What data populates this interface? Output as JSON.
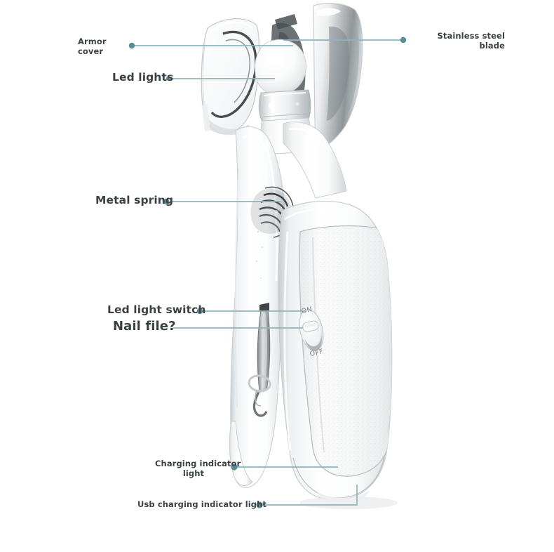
{
  "diagram": {
    "title": "Electric pet nail clipper annotated parts diagram",
    "background_color": "#ffffff",
    "leader_color": "#8fb4bd",
    "leader_dot_color": "#5d8d99",
    "label_color": "#3b4246",
    "annotations": [
      {
        "id": "armor-cover",
        "label": "Armor\ncover",
        "size": "small",
        "align": "left",
        "dot_side": "right"
      },
      {
        "id": "stainless-steel-blade",
        "label": "Stainless steel\nblade",
        "size": "small",
        "align": "right",
        "dot_side": "left"
      },
      {
        "id": "led-lights",
        "label": "Led lights",
        "size": "mid",
        "align": "left",
        "dot_side": "right"
      },
      {
        "id": "metal-spring",
        "label": "Metal spring",
        "size": "mid",
        "align": "left",
        "dot_side": "right"
      },
      {
        "id": "led-light-switch",
        "label": "Led light switch",
        "size": "mid",
        "align": "left",
        "dot_side": "right"
      },
      {
        "id": "nail-file",
        "label": "Nail file?",
        "size": "big",
        "align": "left",
        "dot_side": "none"
      },
      {
        "id": "charging-indicator-light",
        "label": "Charging indicator\nlight",
        "size": "small",
        "align": "center",
        "dot_side": "right"
      },
      {
        "id": "usb-charging-indicator-light",
        "label": "Usb charging indicator light",
        "size": "small",
        "align": "left",
        "dot_side": "right"
      }
    ],
    "product": {
      "name": "electric-pet-nail-clipper",
      "switch_on_label": "ON",
      "switch_off_label": "OFF",
      "body_color": "#ffffff",
      "grip_texture_color": "#f2f3f4",
      "blade_color": "#9aa0a3",
      "spring_color": "#4a5055"
    }
  }
}
